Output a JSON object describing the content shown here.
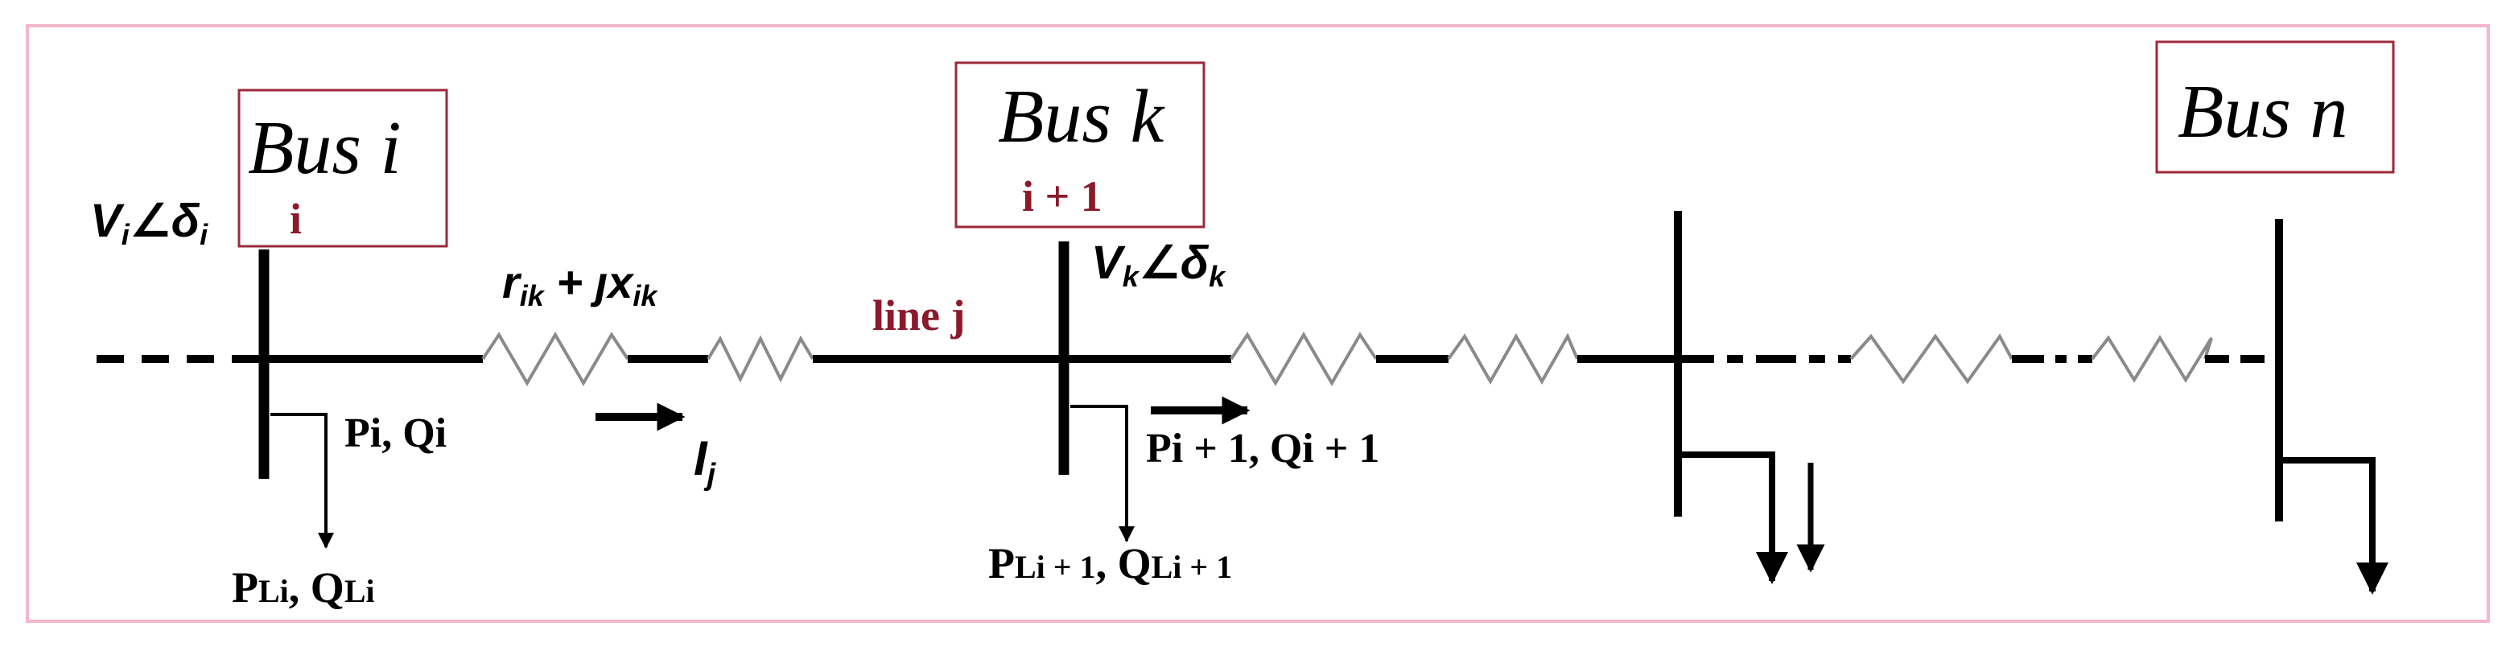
{
  "colors": {
    "frame": "#f2b8c9",
    "box": "#9b2a3c",
    "accent": "#8b1a2b",
    "line": "#000000",
    "resistor": "#8a8a8a"
  },
  "buses": {
    "i": {
      "title": "Bus i",
      "index": "i",
      "voltage": "V",
      "voltage_sub": "i",
      "angle": "∠δ",
      "angle_sub": "i"
    },
    "k": {
      "title": "Bus k",
      "index": "i + 1",
      "voltage": "V",
      "voltage_sub": "k",
      "angle": "∠δ",
      "angle_sub": "k"
    },
    "n": {
      "title": "Bus n"
    }
  },
  "line": {
    "impedance_r": "r",
    "impedance_r_sub": "ik",
    "impedance_plus": " + ",
    "impedance_j": "ȷx",
    "impedance_x_sub": "ik",
    "name": "line j",
    "current": "I",
    "current_sub": "j"
  },
  "injections": {
    "i": {
      "text": "Pi, Qi"
    },
    "k": {
      "text": "Pi + 1, Qi + 1"
    }
  },
  "loads": {
    "i": {
      "p": "P",
      "p_sub": "Li",
      "sep": ", ",
      "q": "Q",
      "q_sub": "Li"
    },
    "k": {
      "p": "P",
      "p_sub": "Li + 1",
      "sep": ", ",
      "q": "Q",
      "q_sub": "Li + 1"
    }
  }
}
